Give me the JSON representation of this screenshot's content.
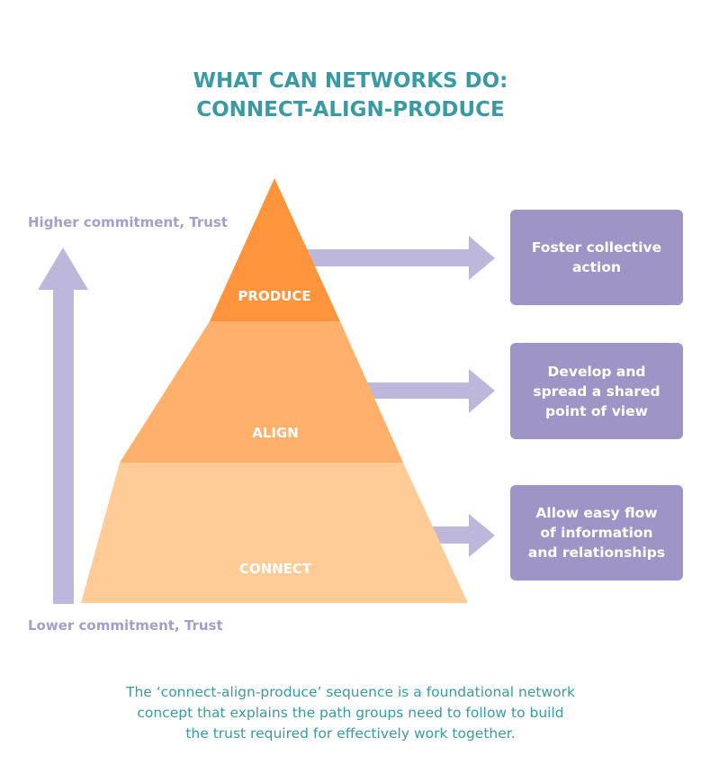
{
  "title": {
    "line1": "WHAT CAN NETWORKS DO:",
    "line2": "CONNECT-ALIGN-PRODUCE"
  },
  "axis": {
    "top_label": "Higher commitment, Trust",
    "bottom_label": "Lower commitment, Trust"
  },
  "pyramid": {
    "produce": "PRODUCE",
    "align": "ALIGN",
    "connect": "CONNECT"
  },
  "boxes": {
    "produce": {
      "line1": "Foster collective",
      "line2": "action"
    },
    "align": {
      "line1": "Develop and",
      "line2": "spread a shared",
      "line3": "point of view"
    },
    "connect": {
      "line1": "Allow easy flow",
      "line2": "of information",
      "line3": "and relationships"
    }
  },
  "caption": {
    "line1": "The ‘connect-align-produce’ sequence is a foundational network",
    "line2": "concept that explains the path groups need to follow to build",
    "line3": "the trust required for effectively work together."
  },
  "colors": {
    "title": "#3a9aa4",
    "produce_layer": "#fe943c",
    "align_layer": "#ffb06a",
    "connect_layer": "#ffcc98",
    "arrow": "#bcb7db",
    "box": "#9e95c6"
  }
}
